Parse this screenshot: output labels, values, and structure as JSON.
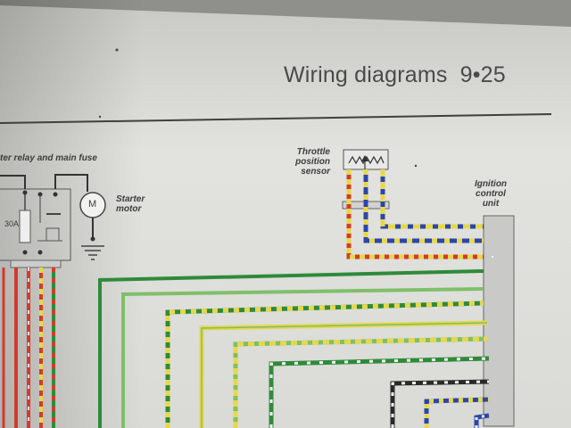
{
  "header": {
    "title": "Wiring diagrams",
    "page_number": "9•25"
  },
  "labels": {
    "starter_relay": "ter relay and main fuse",
    "fuse_rating": "30A",
    "motor_symbol": "M",
    "starter_motor": [
      "Starter",
      "motor"
    ],
    "throttle_sensor": [
      "Throttle",
      "position",
      "sensor"
    ],
    "ignition_unit": [
      "Ignition",
      "control",
      "unit"
    ]
  },
  "colors": {
    "red": "#d43a2c",
    "yellow": "#e6d84a",
    "green": "#2f8a3a",
    "light_green": "#7fbf6a",
    "blue": "#2c46a8",
    "black": "#2a2a2a",
    "white": "#f5f5f5"
  }
}
